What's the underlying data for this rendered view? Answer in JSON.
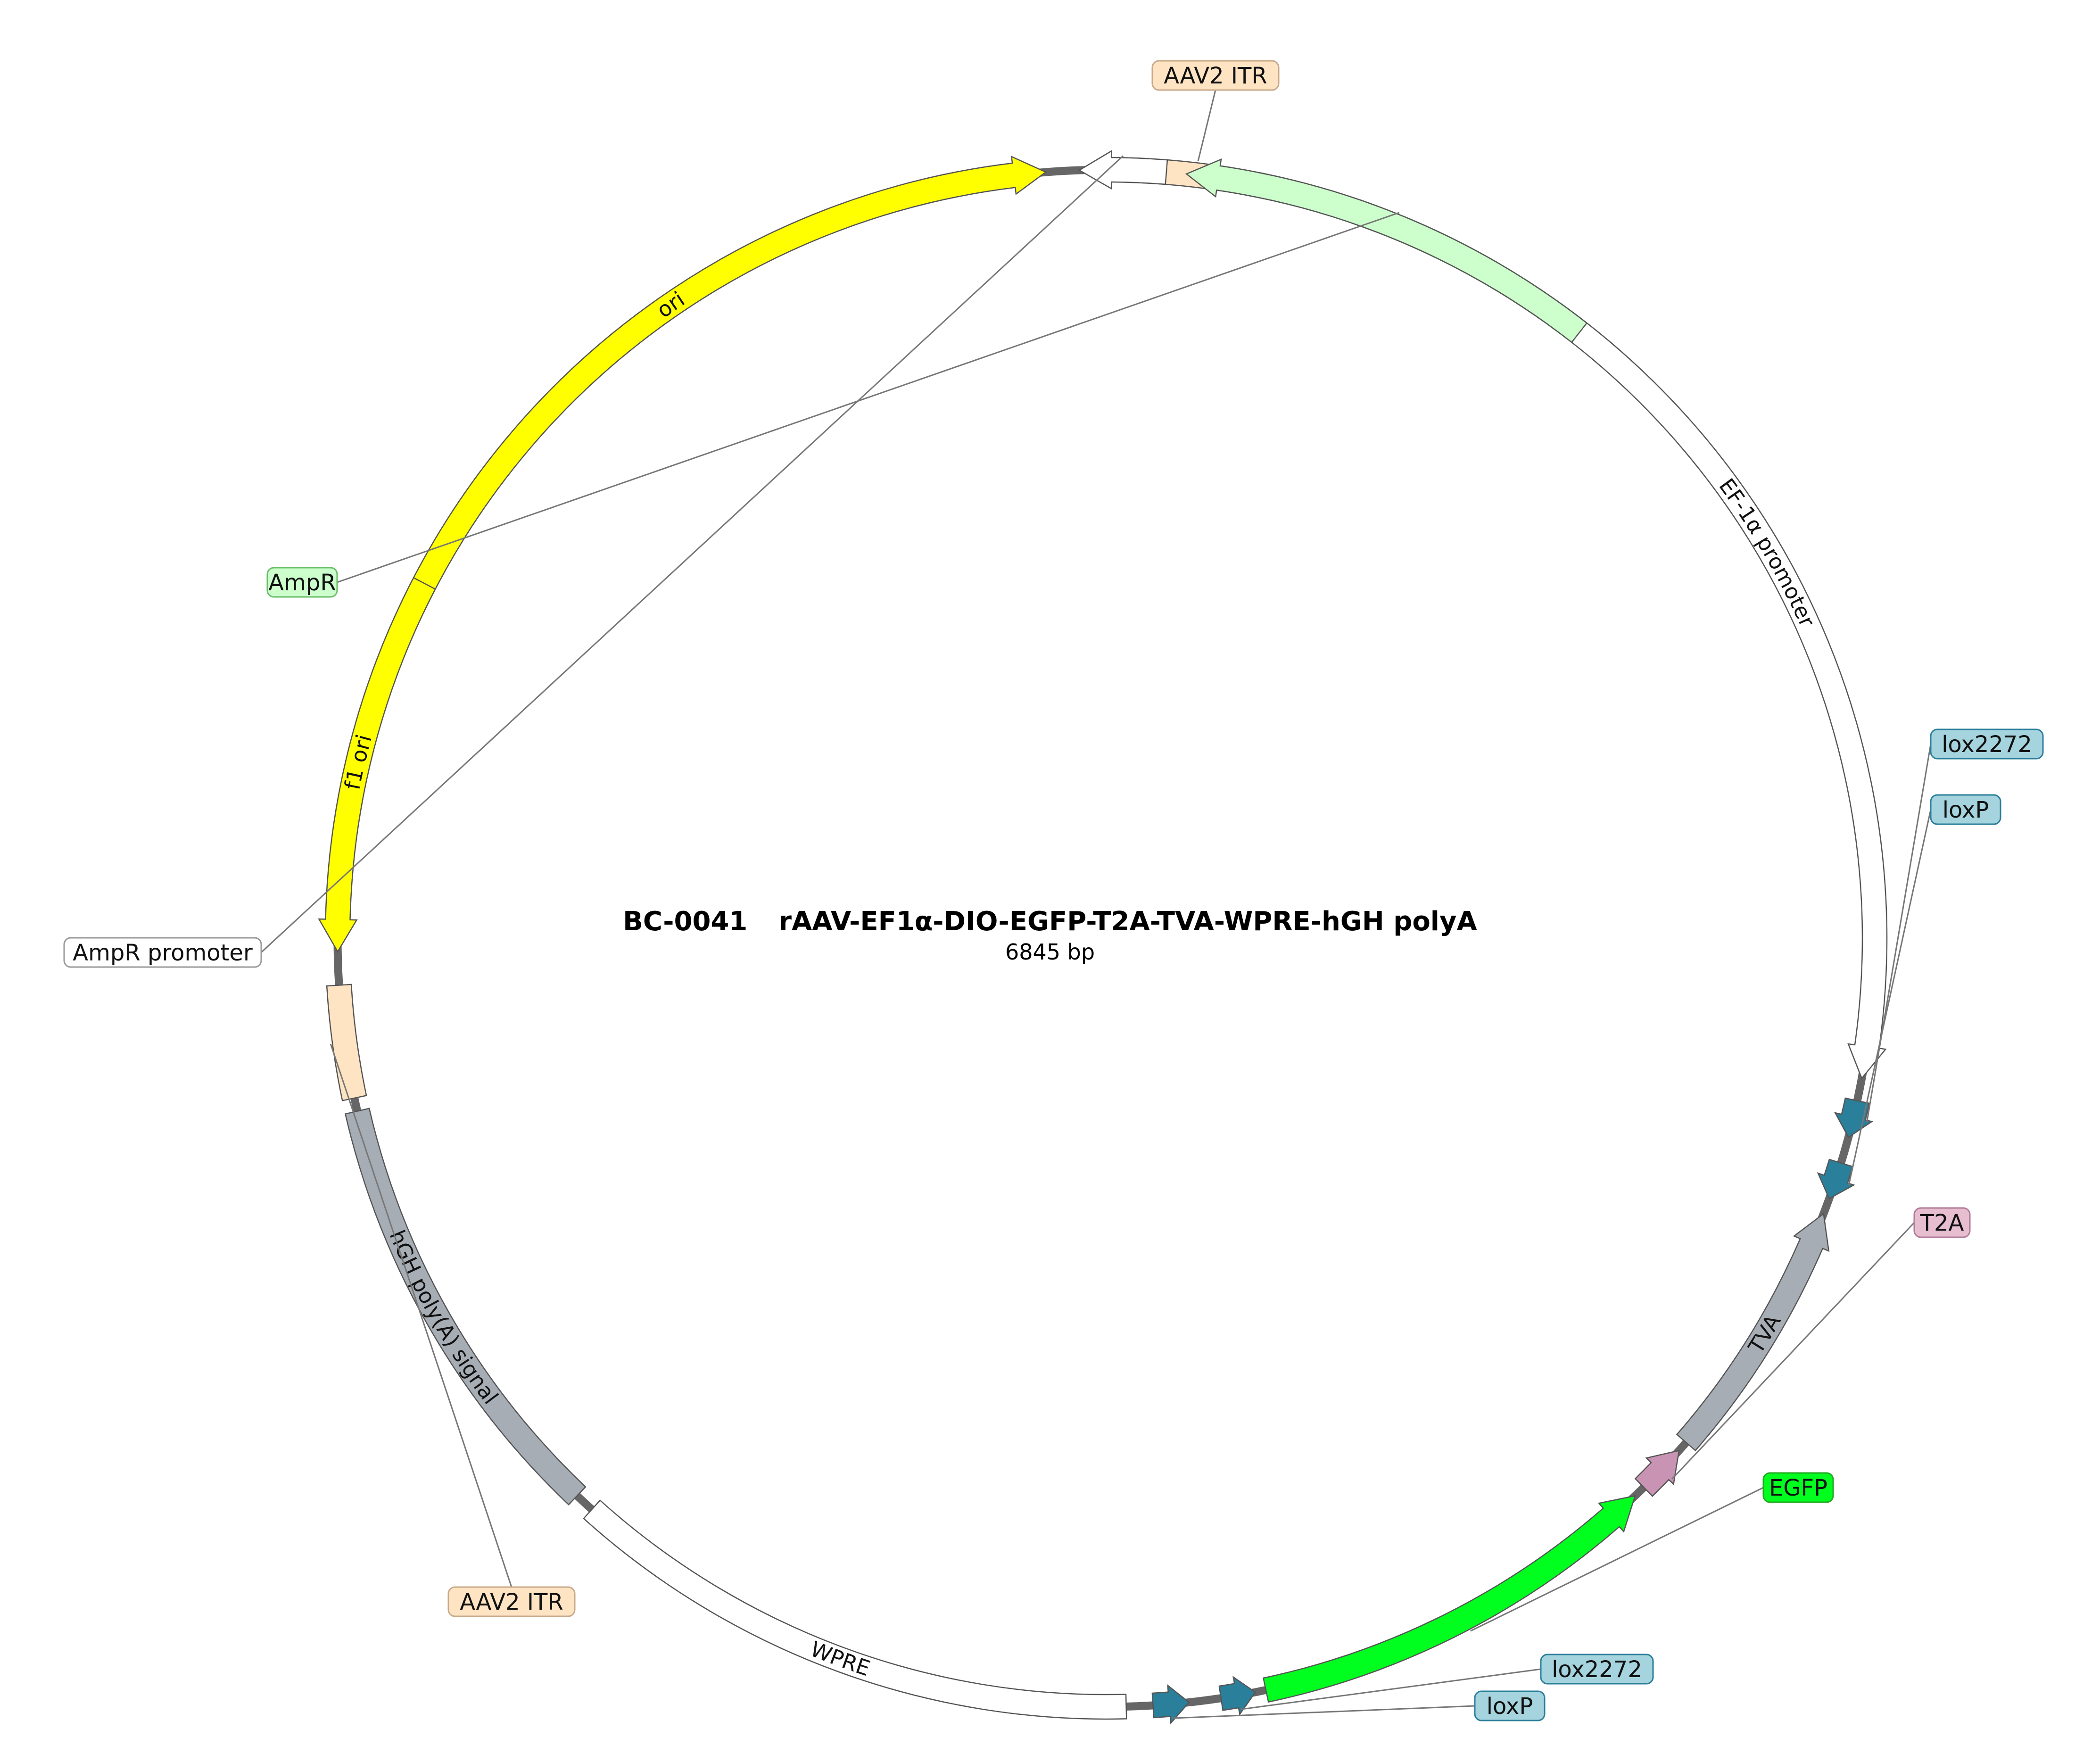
{
  "map": {
    "title_id": "BC-0041",
    "title_name": "rAAV-EF1α-DIO-EGFP-T2A-TVA-WPRE-hGH polyA",
    "size": "6845 bp"
  },
  "features": [
    {
      "name": "ori",
      "a1": -64.5,
      "a2": -4.5,
      "dir": 1,
      "fill": "#ffff00",
      "label_on_arc": true
    },
    {
      "name": "AAV2 ITR",
      "a1": 1.5,
      "a2": 12.0,
      "dir": 0,
      "fill": "#ffe4c4",
      "label_on_arc": false
    },
    {
      "name": "EF-1α promoter",
      "a1": 19.0,
      "a2": 100.5,
      "dir": 1,
      "fill": "#ffffff",
      "label_on_arc": true
    },
    {
      "name": "lox2272",
      "a1": 102.2,
      "a2": 105.0,
      "dir": 1,
      "fill": "#2a7f9a",
      "label_on_arc": false
    },
    {
      "name": "loxP",
      "a1": 107.0,
      "a2": 109.8,
      "dir": 1,
      "fill": "#2a7f9a",
      "label_on_arc": false
    },
    {
      "name": "TVA",
      "a1": 111.0,
      "a2": 131.0,
      "dir": -1,
      "fill": "#a7adb5",
      "label_on_arc": true
    },
    {
      "name": "T2A",
      "a1": 131.8,
      "a2": 135.6,
      "dir": -1,
      "fill": "#c994b4",
      "label_on_arc": false
    },
    {
      "name": "EGFP",
      "a1": 136.5,
      "a2": 168.0,
      "dir": -1,
      "fill": "#00ff1e",
      "label_on_arc": false
    },
    {
      "name": "lox2272",
      "a1": 168.8,
      "a2": 171.4,
      "dir": -1,
      "fill": "#2a7f9a",
      "label_on_arc": false
    },
    {
      "name": "loxP",
      "a1": 173.8,
      "a2": 176.5,
      "dir": -1,
      "fill": "#2a7f9a",
      "label_on_arc": false
    },
    {
      "name": "WPRE",
      "a1": 178.5,
      "a2": 222.0,
      "dir": 0,
      "fill": "#ffffff",
      "label_on_arc": true
    },
    {
      "name": "hGH poly(A) signal",
      "a1": 223.5,
      "a2": 257.0,
      "dir": 0,
      "fill": "#a7adb5",
      "label_on_arc": true
    },
    {
      "name": "AAV2 ITR",
      "a1": 258.0,
      "a2": 266.5,
      "dir": 0,
      "fill": "#ffe4c4",
      "label_on_arc": false
    },
    {
      "name": "f1 ori",
      "a1": 269.0,
      "a2": 297.5,
      "dir": -1,
      "fill": "#ffff00",
      "label_on_arc": true
    },
    {
      "name": "AmpR promoter",
      "a1": 358.0,
      "a2": 364.5,
      "dir": -1,
      "fill": "#ffffff",
      "label_on_arc": false
    },
    {
      "name": "AmpR",
      "a1": 366.0,
      "a2": 398.0,
      "dir": -1,
      "fill": "#ccffcc",
      "label_on_arc": false
    }
  ],
  "callouts": [
    {
      "text": "AAV2 ITR",
      "fill": "#ffe4c4",
      "stroke": "#c8a98a",
      "feature": 1
    },
    {
      "text": "lox2272",
      "fill": "#a6d4de",
      "stroke": "#2a7f9a",
      "feature": 3
    },
    {
      "text": "loxP",
      "fill": "#a6d4de",
      "stroke": "#2a7f9a",
      "feature": 4
    },
    {
      "text": "T2A",
      "fill": "#e6bed0",
      "stroke": "#b07a98",
      "feature": 6
    },
    {
      "text": "EGFP",
      "fill": "#00ff1e",
      "stroke": "#22aa22",
      "feature": 7
    },
    {
      "text": "lox2272",
      "fill": "#a6d4de",
      "stroke": "#2a7f9a",
      "feature": 8
    },
    {
      "text": "loxP",
      "fill": "#a6d4de",
      "stroke": "#2a7f9a",
      "feature": 9
    },
    {
      "text": "AAV2 ITR",
      "fill": "#ffe4c4",
      "stroke": "#c8a98a",
      "feature": 12
    },
    {
      "text": "AmpR promoter",
      "fill": "#ffffff",
      "stroke": "#999999",
      "feature": 14
    },
    {
      "text": "AmpR",
      "fill": "#ccffcc",
      "stroke": "#6abf6a",
      "feature": 15
    }
  ]
}
